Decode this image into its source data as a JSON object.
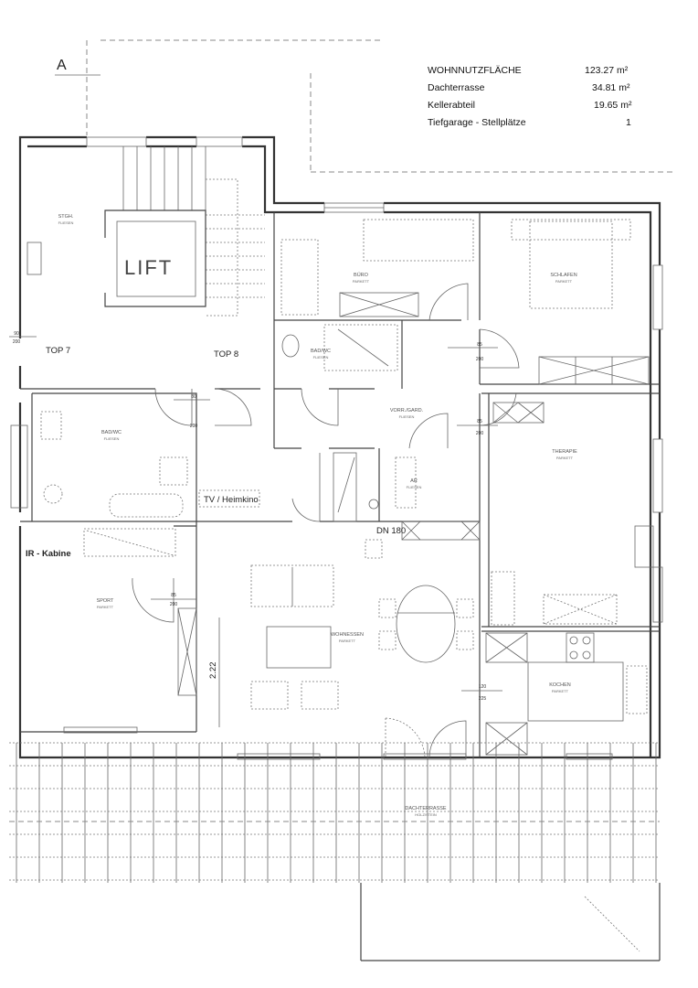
{
  "plan": {
    "section_mark": "A",
    "area_summary": [
      {
        "label": "WOHNNUTZFLÄCHE",
        "value": "123.27 m²"
      },
      {
        "label": "Dachterrasse",
        "value": "34.81 m²"
      },
      {
        "label": "Kellerabteil",
        "value": "19.65 m²"
      },
      {
        "label": "Tiefgarage - Stellplätze",
        "value": "1"
      }
    ],
    "units": {
      "top7": "TOP 7",
      "top8": "TOP 8"
    },
    "lift": "LIFT",
    "rooms": {
      "stiege": {
        "name": "STGH.",
        "floor": "FLIESEN"
      },
      "buero": {
        "name": "BÜRO",
        "floor": "PARKETT"
      },
      "schlafen": {
        "name": "SCHLAFEN",
        "floor": "PARKETT"
      },
      "badwc_top": {
        "name": "BAD/WC",
        "floor": "FLIESEN"
      },
      "badwc_left": {
        "name": "BAD/WC",
        "floor": "FLIESEN"
      },
      "vorraum": {
        "name": "VORR./GARD.",
        "floor": "FLIESEN"
      },
      "ar": {
        "name": "AR",
        "floor": "FLIESEN"
      },
      "therapie": {
        "name": "THERAPIE",
        "floor": "PARKETT"
      },
      "sport": {
        "name": "SPORT",
        "floor": "PARKETT"
      },
      "wohnessen": {
        "name": "WOHNESSEN",
        "floor": "PARKETT"
      },
      "kochen": {
        "name": "KOCHEN",
        "floor": "PARKETT"
      },
      "dachterrasse": {
        "name": "DACHTERRASSE",
        "floor": "HOLZ/STEIN"
      }
    },
    "annotations": {
      "tv": "TV / Heimkino",
      "ir": "IR - Kabine",
      "dn": "DN 180",
      "height": "2.22"
    },
    "doors": {
      "d85": "85",
      "d80": "80",
      "d90": "90",
      "h200": "200",
      "d120": "120",
      "h225": "225"
    }
  }
}
